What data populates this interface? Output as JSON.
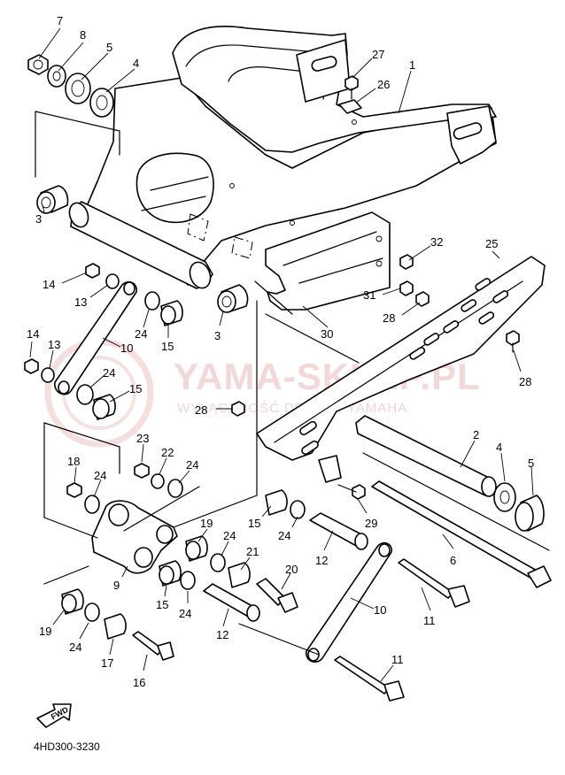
{
  "diagram": {
    "code": "4HD300-3230",
    "fwd_label": "FWD",
    "watermark": {
      "main": "YAMA-SKLEP.PL",
      "sub": "WYŁĄCZNOŚĆ DEALER YAMAHA"
    },
    "callouts": [
      {
        "id": "c7",
        "text": "7"
      },
      {
        "id": "c8",
        "text": "8"
      },
      {
        "id": "c5a",
        "text": "5"
      },
      {
        "id": "c4a",
        "text": "4"
      },
      {
        "id": "c3a",
        "text": "3"
      },
      {
        "id": "c27",
        "text": "27"
      },
      {
        "id": "c26",
        "text": "26"
      },
      {
        "id": "c1",
        "text": "1"
      },
      {
        "id": "c32",
        "text": "32"
      },
      {
        "id": "c25",
        "text": "25"
      },
      {
        "id": "c31",
        "text": "31"
      },
      {
        "id": "c28a",
        "text": "28"
      },
      {
        "id": "c30",
        "text": "30"
      },
      {
        "id": "c28b",
        "text": "28"
      },
      {
        "id": "c14a",
        "text": "14"
      },
      {
        "id": "c13a",
        "text": "13"
      },
      {
        "id": "c24a",
        "text": "24"
      },
      {
        "id": "c15a",
        "text": "15"
      },
      {
        "id": "c3b",
        "text": "3"
      },
      {
        "id": "c14b",
        "text": "14"
      },
      {
        "id": "c13b",
        "text": "13"
      },
      {
        "id": "c10a",
        "text": "10"
      },
      {
        "id": "c24b",
        "text": "24"
      },
      {
        "id": "c15b",
        "text": "15"
      },
      {
        "id": "c28c",
        "text": "28"
      },
      {
        "id": "c2",
        "text": "2"
      },
      {
        "id": "c4b",
        "text": "4"
      },
      {
        "id": "c5b",
        "text": "5"
      },
      {
        "id": "c23",
        "text": "23"
      },
      {
        "id": "c22",
        "text": "22"
      },
      {
        "id": "c24c",
        "text": "24"
      },
      {
        "id": "c18",
        "text": "18"
      },
      {
        "id": "c24d",
        "text": "24"
      },
      {
        "id": "c29",
        "text": "29"
      },
      {
        "id": "c15c",
        "text": "15"
      },
      {
        "id": "c24e",
        "text": "24"
      },
      {
        "id": "c6",
        "text": "6"
      },
      {
        "id": "c19a",
        "text": "19"
      },
      {
        "id": "c24f",
        "text": "24"
      },
      {
        "id": "c12a",
        "text": "12"
      },
      {
        "id": "c21",
        "text": "21"
      },
      {
        "id": "c9",
        "text": "9"
      },
      {
        "id": "c20",
        "text": "20"
      },
      {
        "id": "c15d",
        "text": "15"
      },
      {
        "id": "c24g",
        "text": "24"
      },
      {
        "id": "c10b",
        "text": "10"
      },
      {
        "id": "c11a",
        "text": "11"
      },
      {
        "id": "c19b",
        "text": "19"
      },
      {
        "id": "c24h",
        "text": "24"
      },
      {
        "id": "c12b",
        "text": "12"
      },
      {
        "id": "c17",
        "text": "17"
      },
      {
        "id": "c16",
        "text": "16"
      },
      {
        "id": "c11b",
        "text": "11"
      }
    ]
  }
}
